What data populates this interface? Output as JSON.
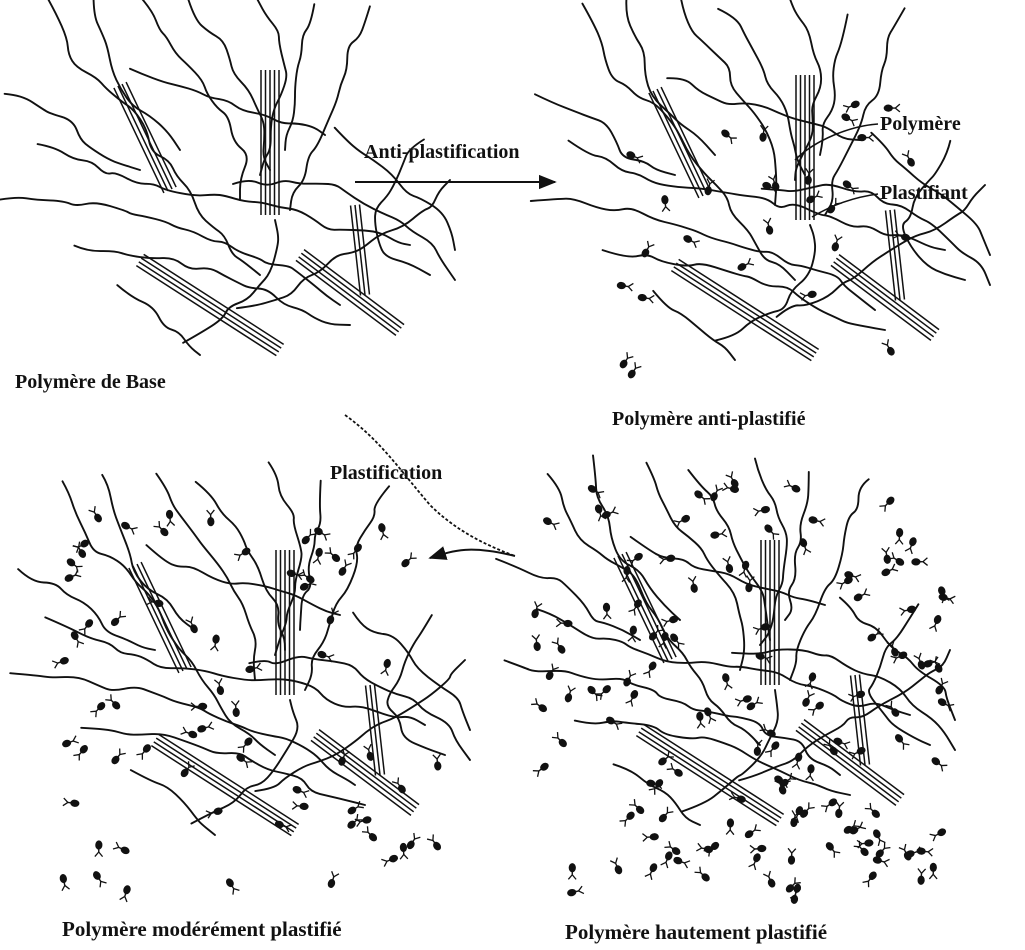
{
  "labels": {
    "base_polymer": "Polymère de Base",
    "anti_arrow": "Anti-plastification",
    "polymer": "Polymère",
    "plasticizer": "Plastifiant",
    "anti_plasticized": "Polymère anti-plastifié",
    "plast_arrow": "Plastification",
    "moderately": "Polymère modérément plastifié",
    "highly": "Polymère hautement plastifié"
  },
  "colors": {
    "ink": "#111111",
    "background": "#ffffff"
  },
  "plasticizer_density": {
    "base": 0,
    "anti_plasticized": "low",
    "moderately_plasticized": "medium",
    "highly_plasticized": "high"
  }
}
